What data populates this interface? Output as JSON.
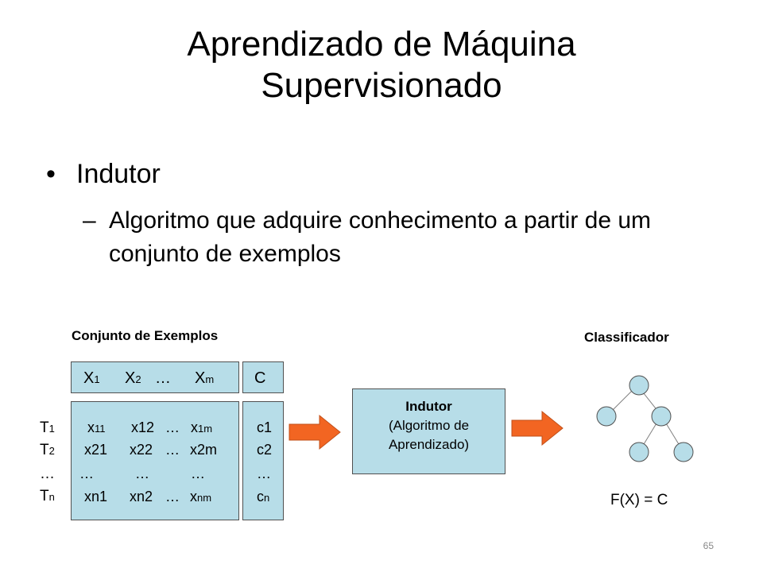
{
  "title": {
    "line1": "Aprendizado de Máquina",
    "line2": "Supervisionado"
  },
  "bullet": {
    "marker": "•",
    "text": "Indutor"
  },
  "subbullet": {
    "marker": "–",
    "text": "Algoritmo que adquire conhecimento a partir de um conjunto de exemplos"
  },
  "diagram": {
    "dataset_label": "Conjunto de Exemplos",
    "classifier_label": "Classificador",
    "header": {
      "x1": "X",
      "x1_sub": "1",
      "x2": "X",
      "x2_sub": "2",
      "dots": "…",
      "xm": "X",
      "xm_sub": "m",
      "class_col": "C"
    },
    "rows": {
      "r1": {
        "a": "x",
        "a_sub": "11",
        "b": "x12",
        "dots": "…",
        "c": "x",
        "c_sub": "1m",
        "cls": "c1"
      },
      "r2": {
        "a": "x21",
        "b": "x22",
        "dots": "…",
        "c": "x2m",
        "cls": "c2"
      },
      "r3": {
        "a": "…",
        "b": "…",
        "c": "…",
        "cls": "…"
      },
      "r4": {
        "a": "xn1",
        "b": "xn2",
        "dots": "…",
        "c": "x",
        "c_sub": "nm",
        "cls": "c",
        "cls_sub": "n"
      }
    },
    "row_labels": {
      "t1": "T",
      "t1_sub": "1",
      "t2": "T",
      "t2_sub": "2",
      "t3": "…",
      "tn": "T",
      "tn_sub": "n"
    },
    "inducer": {
      "title": "Indutor",
      "line2": "(Algoritmo de",
      "line3": "Aprendizado)"
    },
    "formula": "F(X) = C",
    "colors": {
      "box_fill": "#b7dde8",
      "arrow_fill": "#f26522",
      "node_fill": "#b7dde8"
    }
  },
  "page_number": "65"
}
